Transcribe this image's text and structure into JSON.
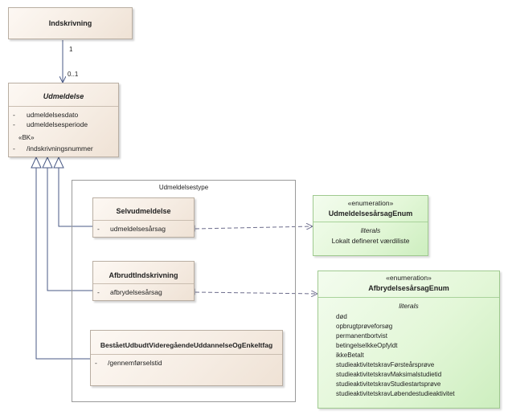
{
  "indskrivning": {
    "name": "Indskrivning"
  },
  "association": {
    "mult_top": "1",
    "mult_bottom": "0..1"
  },
  "udmeldelse": {
    "name": "Udmeldelse",
    "attributes": [
      {
        "vis": "-",
        "name": "udmeldelsesdato"
      },
      {
        "vis": "-",
        "name": "udmeldelsesperiode"
      }
    ],
    "bk_stereotype": "«BK»",
    "bk_attribute": {
      "vis": "-",
      "name": "/indskrivningsnummer"
    }
  },
  "udmeldelsestype": {
    "label": "Udmeldelsestype"
  },
  "selvudmeldelse": {
    "name": "Selvudmeldelse",
    "attribute": {
      "vis": "-",
      "name": "udmeldelsesårsag"
    }
  },
  "afbrudt": {
    "name": "AfbrudtIndskrivning",
    "attribute": {
      "vis": "-",
      "name": "afbrydelsesårsag"
    }
  },
  "bestaaet": {
    "name": "BeståetUdbudtVideregåendeUddannelseOgEnkeltfag",
    "attribute": {
      "vis": "-",
      "name": "/gennemførselstid"
    }
  },
  "enum1": {
    "stereotype": "«enumeration»",
    "name": "UdmeldelsesårsagEnum",
    "literals_label": "literals",
    "literals": [
      "Lokalt defineret værdiliste"
    ]
  },
  "enum2": {
    "stereotype": "«enumeration»",
    "name": "AfbrydelsesårsagEnum",
    "literals_label": "literals",
    "literals": [
      "død",
      "opbrugtprøveforsøg",
      "permanentbortvist",
      "betingelseIkkeOpfyldt",
      "ikkeBetalt",
      "studieaktivitetskravFørsteårsprøve",
      "studieaktivitetskravMaksimalstudietid",
      "studieaktivitetskravStudiestartsprøve",
      "studieaktivitetskravLøbendestudieaktivitet"
    ]
  }
}
